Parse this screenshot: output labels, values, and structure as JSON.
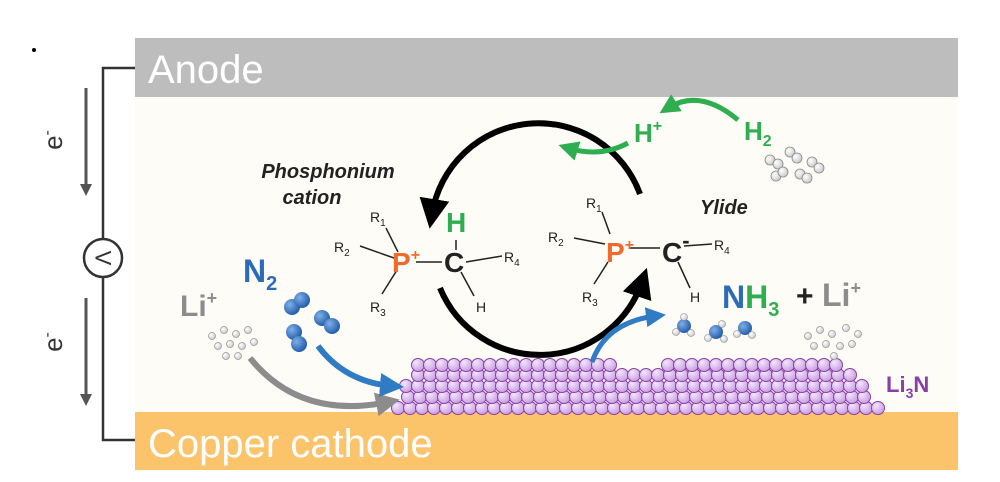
{
  "electrodes": {
    "anode": "Anode",
    "cathode": "Copper cathode"
  },
  "circuit": {
    "electron_top": "e",
    "electron_top_sup": "-",
    "electron_bottom": "e",
    "electron_bottom_sup": "-",
    "meter": "V"
  },
  "labels": {
    "phosphonium_line1": "Phosphonium",
    "phosphonium_line2": "cation",
    "ylide": "Ylide",
    "proton": "H",
    "proton_sup": "+",
    "hydrogen": "H",
    "hydrogen_sub": "2",
    "nitrogen": "N",
    "nitrogen_sub": "2",
    "lithium_left": "Li",
    "lithium_left_sup": "+",
    "ammonia_n": "N",
    "ammonia_h": "H",
    "ammonia_sub": "3",
    "plus": "+",
    "lithium_right": "Li",
    "lithium_right_sup": "+",
    "nitride": "Li",
    "nitride_sub": "3",
    "nitride_end": "N"
  },
  "phosphonium": {
    "p": "P",
    "p_charge": "+",
    "c": "C",
    "h_top": "H",
    "h_bottom": "H",
    "r1": "R",
    "r1_sub": "1",
    "r2": "R",
    "r2_sub": "2",
    "r3": "R",
    "r3_sub": "3",
    "r4": "R",
    "r4_sub": "4"
  },
  "ylide_molecule": {
    "p": "P",
    "p_charge": "+",
    "c": "C",
    "c_charge": "-",
    "h_bottom": "H",
    "r1": "R",
    "r1_sub": "1",
    "r2": "R",
    "r2_sub": "2",
    "r3": "R",
    "r3_sub": "3",
    "r4": "R",
    "r4_sub": "4"
  },
  "colors": {
    "anode_bar": "#bdbdbd",
    "cathode_bar": "#fbc36a",
    "panel_bg": "#fdfcf7",
    "proton_green": "#2fae4f",
    "nitrogen_blue": "#2b6cb8",
    "phosphorus_orange": "#ee6b2b",
    "nitride_purple": "#8a3fa6",
    "lithium_gray": "#8c8c8c",
    "arrow_blue": "#2f7bc4"
  }
}
